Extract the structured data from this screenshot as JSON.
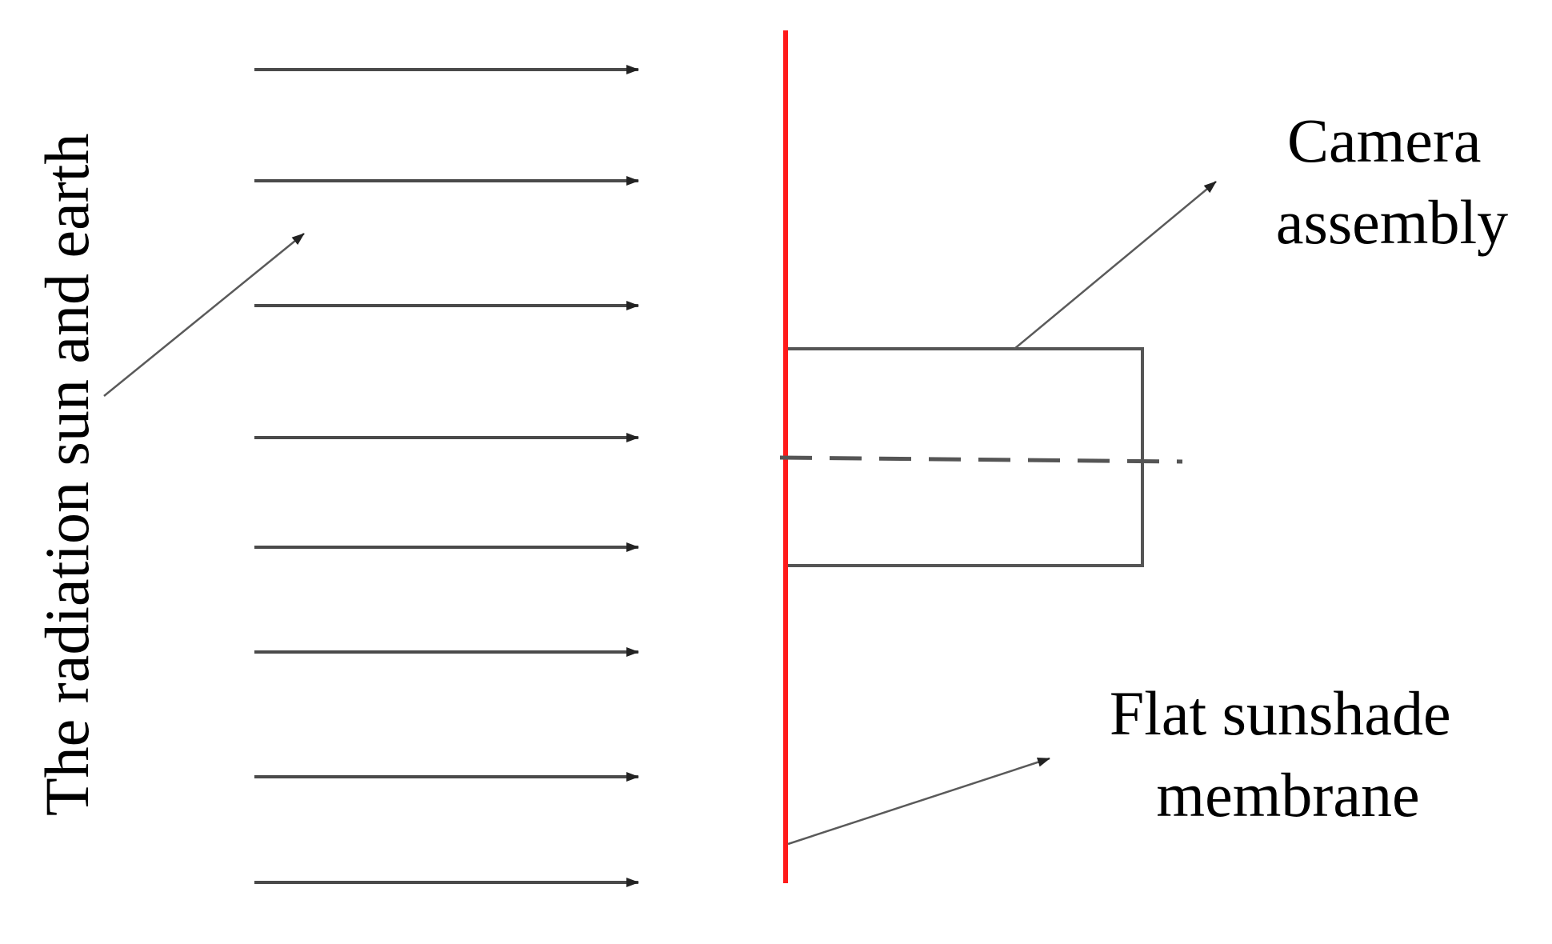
{
  "labels": {
    "radiation": "The radiation sun and earth",
    "camera_line1": "Camera",
    "camera_line2": "assembly",
    "sunshade_line1": "Flat sunshade",
    "sunshade_line2": "membrane"
  },
  "colors": {
    "membrane": "#ff1a1a",
    "lines": "#4a4a4a",
    "text": "#000000"
  }
}
